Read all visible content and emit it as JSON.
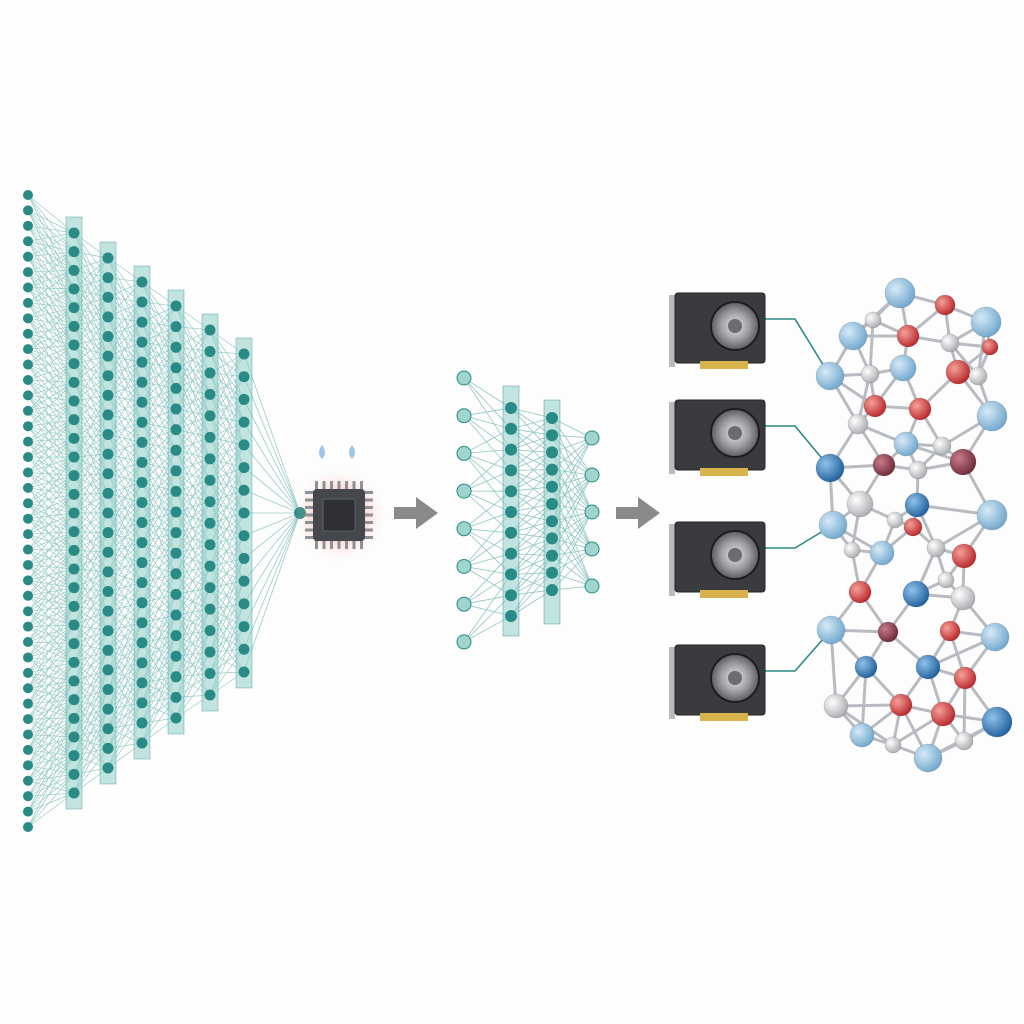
{
  "colors": {
    "background": "#fdfdfd",
    "neuron": "#2a8a85",
    "neuron_light": "#9fd4cf",
    "layer_band": "#8fcfc8",
    "edge": "#4aa39c",
    "chip_body": "#45474c",
    "chip_glow": "#ff6b5e",
    "arrow": "#8a8a8a",
    "gpu_body": "#3a3b3f",
    "gpu_contacts": "#d8b24a",
    "atom_blue_light": "#8ab9d9",
    "atom_blue_dark": "#2f78b8",
    "atom_red": "#d23b3b",
    "atom_gray": "#c9c9c9",
    "atom_maroon": "#8a3a4a",
    "bond": "#b8bcc2"
  },
  "diagram": {
    "stages": [
      {
        "name": "large-neural-network",
        "icon": "large-neural-network-icon",
        "input_neurons": 42,
        "hidden_layers": 6
      },
      {
        "name": "overheating-processor",
        "icon": "hot-chip-icon"
      },
      {
        "name": "compact-neural-network",
        "icon": "small-neural-network-icon",
        "input_neurons": 8,
        "hidden_layers": 2,
        "output_neurons": 5
      },
      {
        "name": "gpu-cluster",
        "icon": "gpu-card-icon",
        "count": 4
      },
      {
        "name": "molecular-structure",
        "icon": "molecule-icon"
      }
    ],
    "arrows": [
      "right-arrow-icon",
      "right-arrow-icon"
    ]
  }
}
